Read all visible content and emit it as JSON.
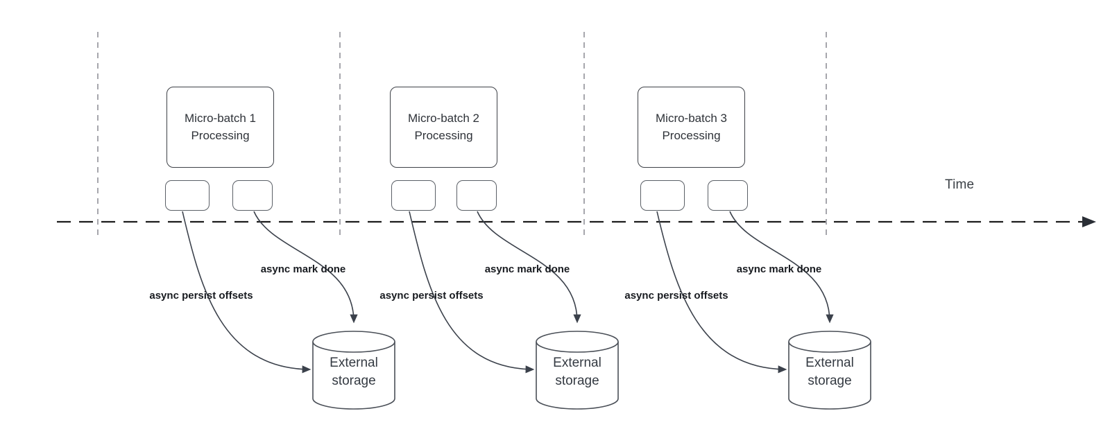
{
  "diagram": {
    "time_label": "Time",
    "sections": [
      {
        "batch_label": "Micro-batch 1 Processing",
        "persist_label": "async persist offsets",
        "done_label": "async mark done",
        "storage_label": "External storage"
      },
      {
        "batch_label": "Micro-batch 2 Processing",
        "persist_label": "async persist offsets",
        "done_label": "async mark done",
        "storage_label": "External storage"
      },
      {
        "batch_label": "Micro-batch 3 Processing",
        "persist_label": "async persist offsets",
        "done_label": "async mark done",
        "storage_label": "External storage"
      }
    ]
  }
}
